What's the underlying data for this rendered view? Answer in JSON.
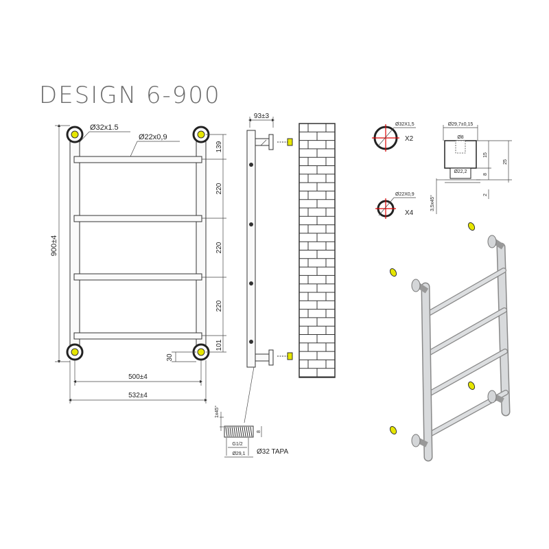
{
  "title": "DESIGN 6-900",
  "front_view": {
    "label_tube_32": "Ø32x1.5",
    "label_tube_22": "Ø22x0,9",
    "height": "900±4",
    "inner_width": "500±4",
    "outer_width": "532±4",
    "dim_top": "139",
    "dim_spacing_1": "220",
    "dim_spacing_2": "220",
    "dim_spacing_3": "220",
    "dim_bottom": "101",
    "dim_foot": "30"
  },
  "side_view": {
    "depth": "93±3"
  },
  "plug_detail": {
    "chamfer": "1x45°",
    "thread": "G1/2",
    "diameter": "Ø29,1",
    "cap": "Ø32 TAPA",
    "height": "8"
  },
  "sections": {
    "tube_32": {
      "label": "Ø32X1,5",
      "qty": "X2"
    },
    "tube_22": {
      "label": "Ø22X0,9",
      "qty": "X4"
    }
  },
  "bracket_detail": {
    "outer_diameter": "Ø29,7±0,15",
    "inner_top": "Ø8",
    "inner_bottom": "Ø22,2",
    "dim_15": "15",
    "dim_8": "8",
    "dim_25": "25",
    "dim_2": "2",
    "chamfer": "3,5x45°"
  }
}
